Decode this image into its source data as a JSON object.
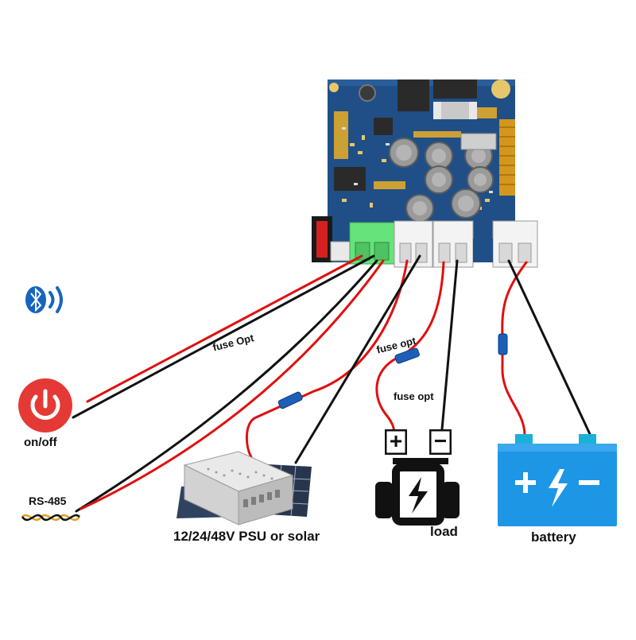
{
  "labels": {
    "on_off": "on/off",
    "rs485": "RS-485",
    "psu_solar": "12/24/48V PSU or solar",
    "load": "load",
    "battery": "battery",
    "fuse_opt_1": "fuse Opt",
    "fuse_opt_2": "fuse opt",
    "fuse_opt_3": "fuse opt"
  },
  "terminals": {
    "plus": "+",
    "minus": "−"
  },
  "colors": {
    "wire_red": "#e01010",
    "wire_black": "#111111",
    "pcb_blue": "#1f4f86",
    "bluetooth_blue": "#1565c0",
    "power_button_red": "#e53935",
    "battery_blue": "#1e96e6",
    "battery_terminal": "#1bb0d8",
    "terminal_block_green": "#66e37a",
    "fuse_blue": "#1d5fb8"
  },
  "icons": [
    "bluetooth-icon",
    "power-icon",
    "rs485-cable-icon",
    "psu-icon",
    "solar-panel-icon",
    "load-motor-icon",
    "battery-icon",
    "circuit-board"
  ]
}
